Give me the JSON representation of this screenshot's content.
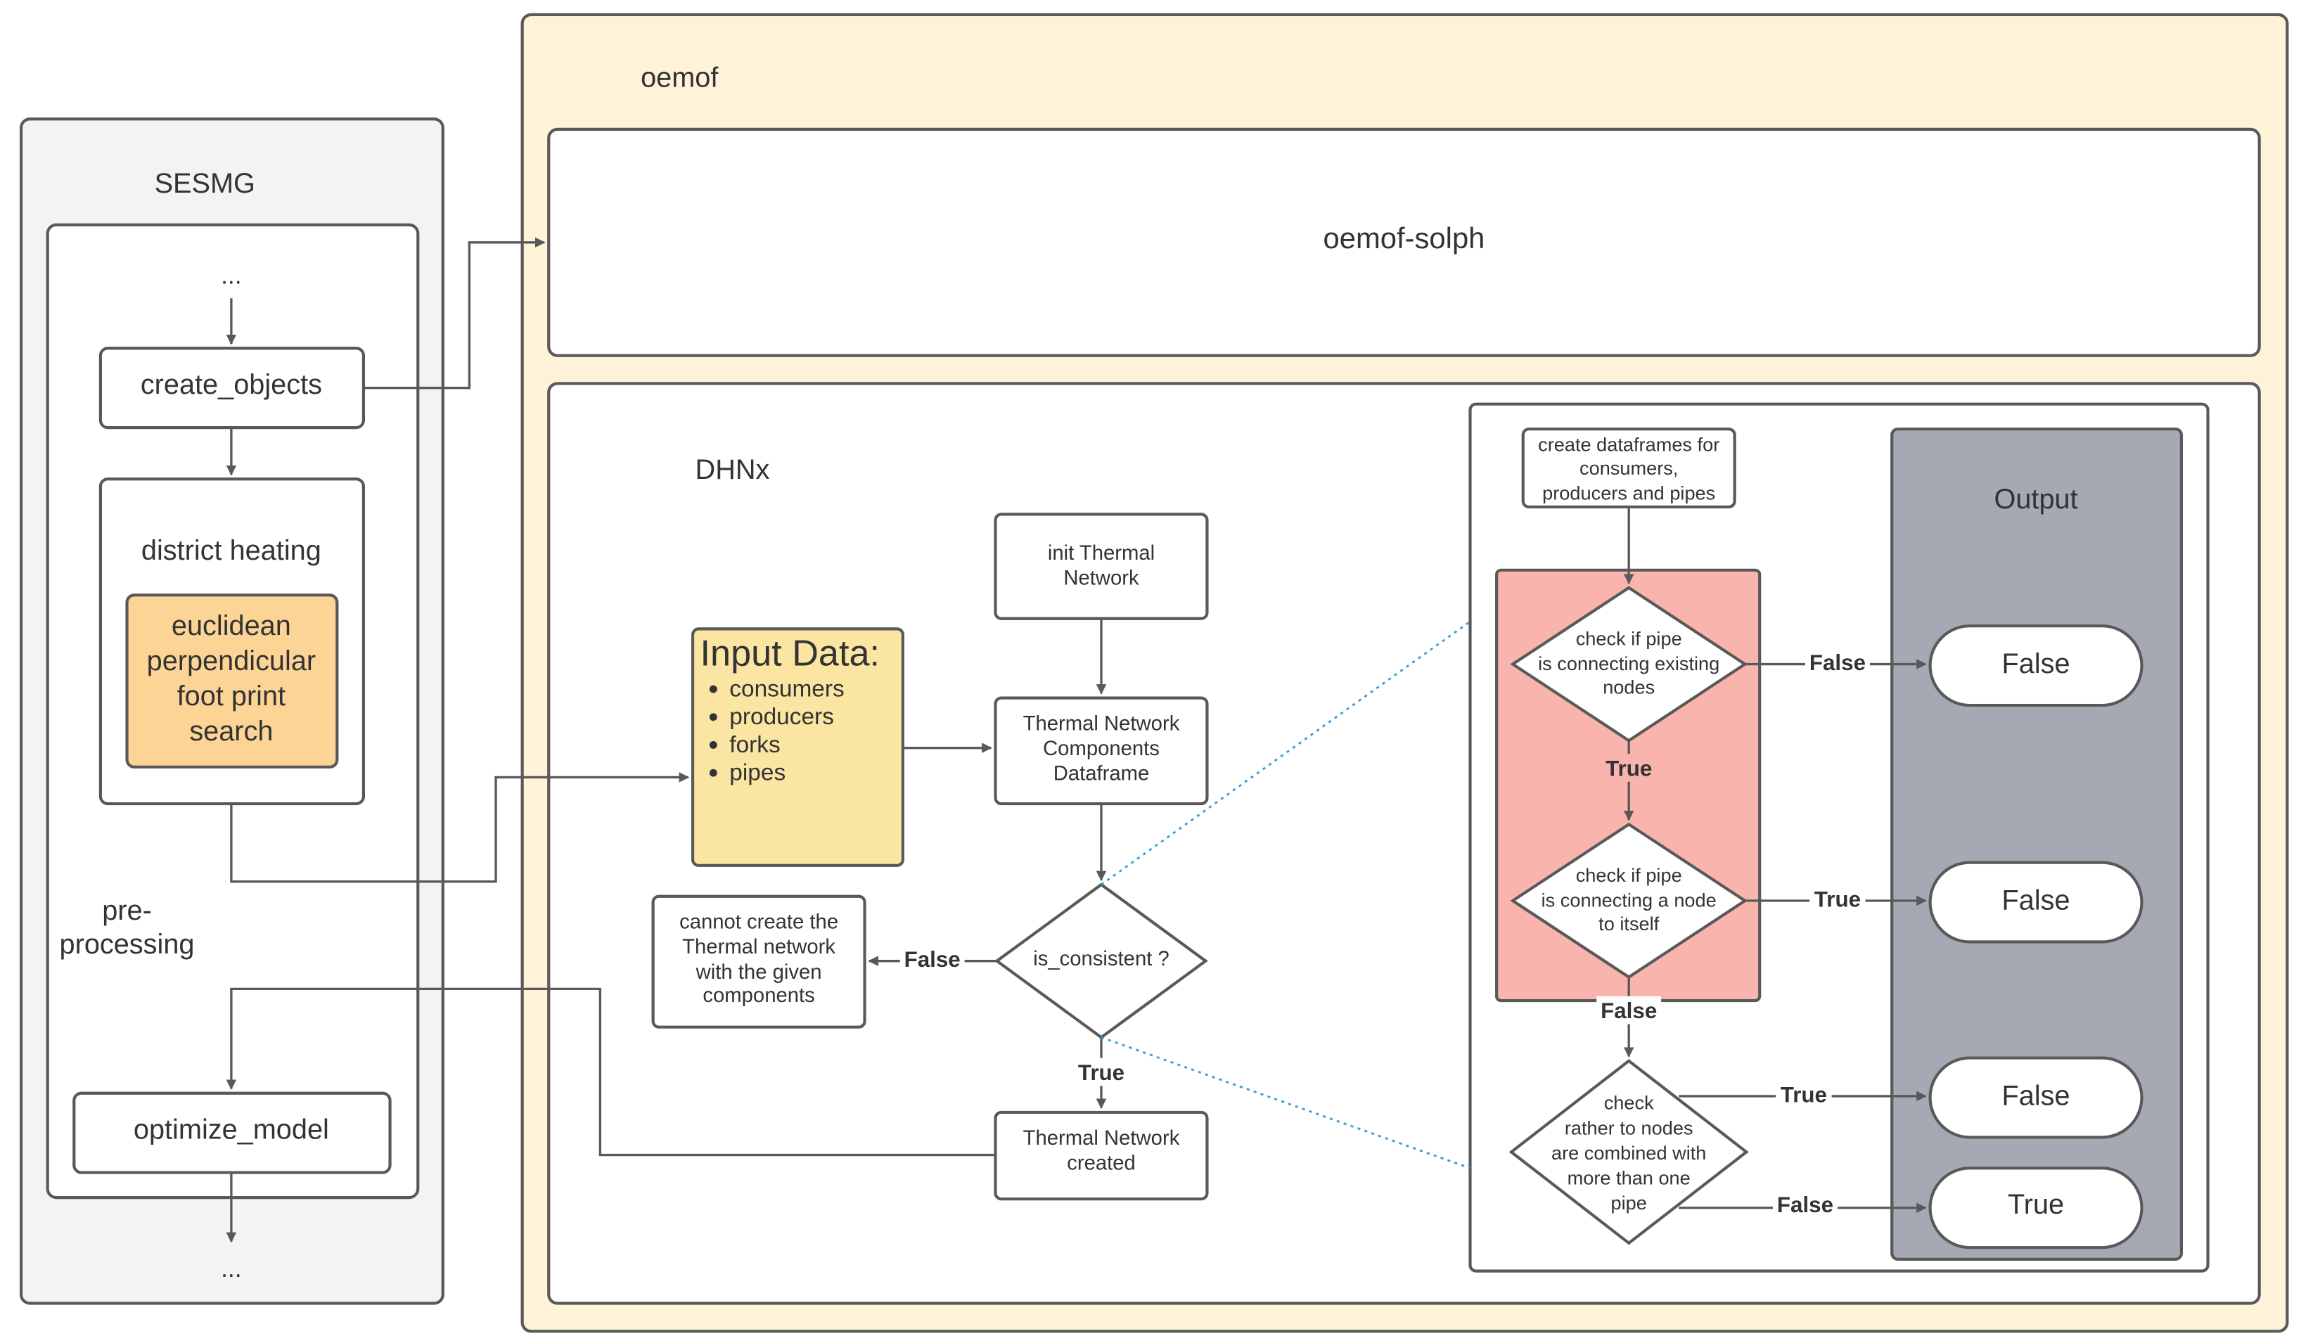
{
  "colors": {
    "stroke": "#595959",
    "sesmg_fill": "#f2f3f5",
    "oemof_fill": "#fef2d9",
    "orange_fill": "#fcd596",
    "input_fill": "#fbe5a2",
    "red_fill": "#f9b5ad",
    "output_fill": "#a4a9b3",
    "dotted": "#3d9fd6"
  },
  "sesmg": {
    "title": "SESMG",
    "dots_top": "...",
    "create_objects": "create_objects",
    "district_heating": "district heating",
    "euclidean": [
      "euclidean",
      "perpendicular",
      "foot print",
      "search"
    ],
    "preprocessing": [
      "pre-",
      "processing"
    ],
    "optimize_model": "optimize_model",
    "dots_bottom": "..."
  },
  "oemof": {
    "title": "oemof",
    "solph": "oemof-solph",
    "dhnx": "DHNx"
  },
  "flow": {
    "input_title": "Input Data:",
    "input_items": [
      "consumers",
      "producers",
      "forks",
      "pipes"
    ],
    "init": [
      "init Thermal",
      "Network"
    ],
    "components": [
      "Thermal Network",
      "Components",
      "Dataframe"
    ],
    "is_consistent": "is_consistent ?",
    "cannot": [
      "cannot create the",
      "Thermal network",
      "with the given",
      "components"
    ],
    "created": [
      "Thermal Network",
      "created"
    ],
    "label_false": "False",
    "label_true": "True"
  },
  "detail": {
    "create_df": [
      "create dataframes for",
      "consumers,",
      "producers and pipes"
    ],
    "check1": [
      "check if pipe",
      "is connecting existing",
      "nodes"
    ],
    "check2": [
      "check if pipe",
      "is connecting a node",
      "to itself"
    ],
    "check3": [
      "check",
      "rather to nodes",
      "are combined with",
      "more than one",
      "pipe"
    ],
    "edge_check1_false": "False",
    "edge_check1_true": "True",
    "edge_check2_true": "True",
    "edge_check2_false": "False",
    "edge_check3_true": "True",
    "edge_check3_false": "False"
  },
  "output": {
    "title": "Output",
    "items": [
      "False",
      "False",
      "False",
      "True"
    ]
  }
}
